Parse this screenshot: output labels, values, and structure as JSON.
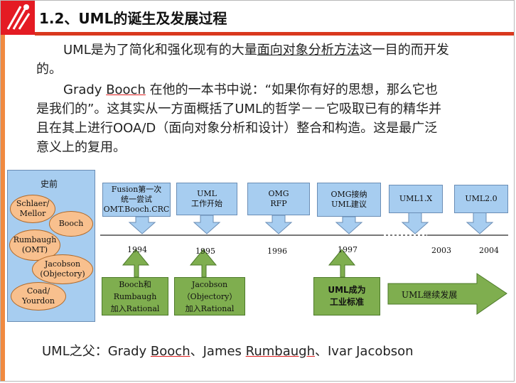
{
  "slide": {
    "title": "1.2、UML的诞生及发展过程",
    "paragraphs": {
      "p1_pre": "UML是为了简化和强化现有的大量",
      "p1_link": "面向对象分析方法",
      "p1_post": "这一目的而开发",
      "p1_end": "的。",
      "p2_line1_a": "Grady ",
      "p2_line1_b": "Booch",
      "p2_line1_c": " 在他的一本书中说：“如果你有好的思想，那么它也",
      "p2_line2": "是我们的”。这其实从一方面概括了UML的哲学－－它吸取已有的精华并",
      "p2_line3": "且在其上进行OOA/D（面向对象分析和设计）整合和构造。这是最广泛",
      "p2_line4": "意义上的复用。"
    },
    "fathers": {
      "prefix": "UML之父：Grady ",
      "booch": "Booch",
      "mid": "、James ",
      "rumbaugh": "Rumbaugh",
      "end": "、Ivar Jacobson"
    }
  },
  "diagram": {
    "prehistory_label": "史前",
    "methods": [
      "Schlaer/\nMellor",
      "Booch",
      "Rumbaugh\n(OMT)",
      "Jacobson\n(Objectory)",
      "Coad/\nYourdon"
    ],
    "callouts": [
      "Fusion第一次\n统一尝试\nOMT.Booch.CRC",
      "UML\n工作开始",
      "OMG\nRFP",
      "OMG接纳\nUML建议",
      "UML1.X",
      "UML2.0"
    ],
    "years": [
      "1994",
      "1995",
      "1996",
      "1997",
      "2003",
      "2004"
    ],
    "green_boxes": [
      "Booch和\nRumbaugh\n加入Rational",
      "Jacobson\n（Objectory）\n加入Rational",
      "UML成为\n工业标准"
    ],
    "arrow_label": "UML继续发展",
    "colors": {
      "accent_red": "#d9381e",
      "callout_blue": "#a7cdf0",
      "ellipse_orange": "#f8c08e",
      "green": "#7fae4f"
    }
  }
}
